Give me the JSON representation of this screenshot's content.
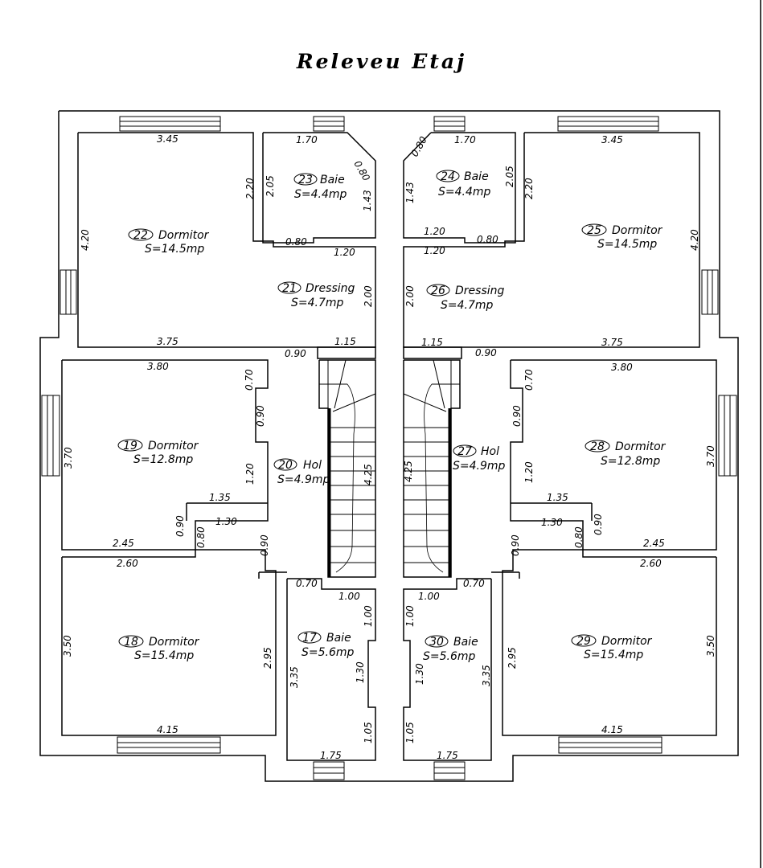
{
  "title": "Releveu Etaj",
  "rooms": [
    {
      "id": "r22",
      "num": "22",
      "name": "Dormitor",
      "area": "S=14.5mp"
    },
    {
      "id": "r23",
      "num": "23",
      "name": "Baie",
      "area": "S=4.4mp"
    },
    {
      "id": "r21",
      "num": "21",
      "name": "Dressing",
      "area": "S=4.7mp"
    },
    {
      "id": "r19",
      "num": "19",
      "name": "Dormitor",
      "area": "S=12.8mp"
    },
    {
      "id": "r20",
      "num": "20",
      "name": "Hol",
      "area": "S=4.9mp"
    },
    {
      "id": "r18",
      "num": "18",
      "name": "Dormitor",
      "area": "S=15.4mp"
    },
    {
      "id": "r17",
      "num": "17",
      "name": "Baie",
      "area": "S=5.6mp"
    },
    {
      "id": "r24",
      "num": "24",
      "name": "Baie",
      "area": "S=4.4mp"
    },
    {
      "id": "r25",
      "num": "25",
      "name": "Dormitor",
      "area": "S=14.5mp"
    },
    {
      "id": "r26",
      "num": "26",
      "name": "Dressing",
      "area": "S=4.7mp"
    },
    {
      "id": "r27",
      "num": "27",
      "name": "Hol",
      "area": "S=4.9mp"
    },
    {
      "id": "r28",
      "num": "28",
      "name": "Dormitor",
      "area": "S=12.8mp"
    },
    {
      "id": "r29",
      "num": "29",
      "name": "Dormitor",
      "area": "S=15.4mp"
    },
    {
      "id": "r30",
      "num": "30",
      "name": "Baie",
      "area": "S=5.6mp"
    }
  ],
  "dims": [
    {
      "t": "3.45"
    },
    {
      "t": "1.70"
    },
    {
      "t": "0.80"
    },
    {
      "t": "2.20"
    },
    {
      "t": "2.05"
    },
    {
      "t": "1.43"
    },
    {
      "t": "4.20"
    },
    {
      "t": "0.80"
    },
    {
      "t": "1.20"
    },
    {
      "t": "2.00"
    },
    {
      "t": "3.75"
    },
    {
      "t": "1.15"
    },
    {
      "t": "0.90"
    },
    {
      "t": "3.80"
    },
    {
      "t": "0.70"
    },
    {
      "t": "0.90"
    },
    {
      "t": "3.70"
    },
    {
      "t": "1.20"
    },
    {
      "t": "4.25"
    },
    {
      "t": "1.35"
    },
    {
      "t": "1.30"
    },
    {
      "t": "0.90"
    },
    {
      "t": "0.80"
    },
    {
      "t": "2.45"
    },
    {
      "t": "0.90"
    },
    {
      "t": "2.60"
    },
    {
      "t": "0.70"
    },
    {
      "t": "1.00"
    },
    {
      "t": "1.00"
    },
    {
      "t": "3.50"
    },
    {
      "t": "2.95"
    },
    {
      "t": "3.35"
    },
    {
      "t": "1.30"
    },
    {
      "t": "1.05"
    },
    {
      "t": "4.15"
    },
    {
      "t": "1.75"
    },
    {
      "t": "0.80"
    },
    {
      "t": "1.70"
    },
    {
      "t": "3.45"
    },
    {
      "t": "1.43"
    },
    {
      "t": "2.05"
    },
    {
      "t": "2.20"
    },
    {
      "t": "1.20"
    },
    {
      "t": "0.80"
    },
    {
      "t": "1.20"
    },
    {
      "t": "4.20"
    },
    {
      "t": "2.00"
    },
    {
      "t": "1.15"
    },
    {
      "t": "0.90"
    },
    {
      "t": "3.75"
    },
    {
      "t": "3.80"
    },
    {
      "t": "0.70"
    },
    {
      "t": "0.90"
    },
    {
      "t": "4.25"
    },
    {
      "t": "1.20"
    },
    {
      "t": "3.70"
    },
    {
      "t": "1.35"
    },
    {
      "t": "1.30"
    },
    {
      "t": "0.80"
    },
    {
      "t": "0.90"
    },
    {
      "t": "0.90"
    },
    {
      "t": "2.45"
    },
    {
      "t": "2.60"
    },
    {
      "t": "0.70"
    },
    {
      "t": "1.00"
    },
    {
      "t": "1.00"
    },
    {
      "t": "1.30"
    },
    {
      "t": "3.35"
    },
    {
      "t": "2.95"
    },
    {
      "t": "3.50"
    },
    {
      "t": "1.05"
    },
    {
      "t": "4.15"
    },
    {
      "t": "1.75"
    }
  ]
}
